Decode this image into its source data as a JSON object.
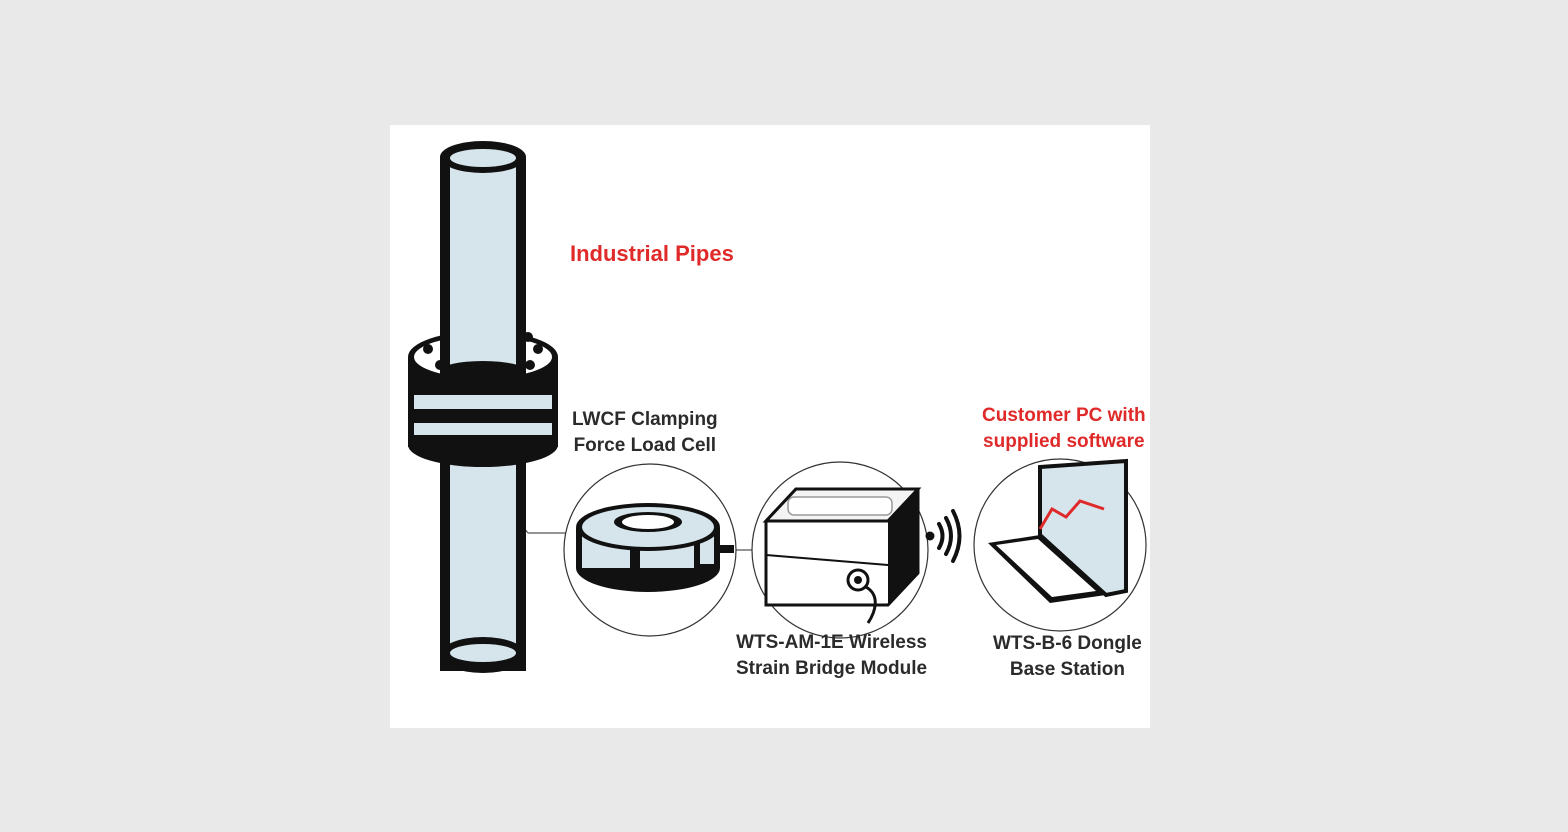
{
  "labels": {
    "industrial_pipes": "Industrial Pipes",
    "load_cell": [
      "LWCF Clamping",
      "Force Load Cell"
    ],
    "customer_pc": [
      "Customer PC with",
      "supplied software"
    ],
    "module": [
      "WTS-AM-1E Wireless",
      "Strain Bridge Module"
    ],
    "base_station": [
      "WTS-B-6 Dongle",
      "Base Station"
    ]
  },
  "colors": {
    "accent": "#e02a2a",
    "pipe_fill": "#d6e4ec",
    "outline": "#111111",
    "background": "#e9e9e9",
    "panel": "#ffffff"
  },
  "icons": [
    "pipe-flange-icon",
    "load-cell-icon",
    "wireless-module-icon",
    "wireless-signal-icon",
    "laptop-icon"
  ]
}
